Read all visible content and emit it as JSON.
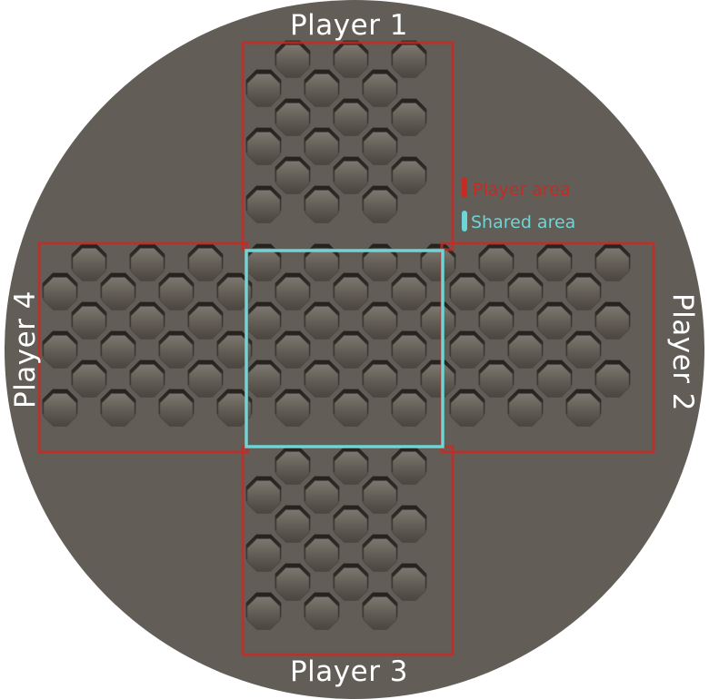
{
  "board": {
    "players": [
      {
        "label": "Player 1"
      },
      {
        "label": "Player 2"
      },
      {
        "label": "Player 3"
      },
      {
        "label": "Player 4"
      }
    ],
    "legend": {
      "player_area": "Player area",
      "shared_area": "Shared area"
    },
    "colors": {
      "board": "#625d57",
      "player_area": "#c42c24",
      "shared_area": "#6cd5d6",
      "cell": "#5d584f"
    },
    "arms": {
      "rows": 7,
      "cols": 7
    }
  }
}
